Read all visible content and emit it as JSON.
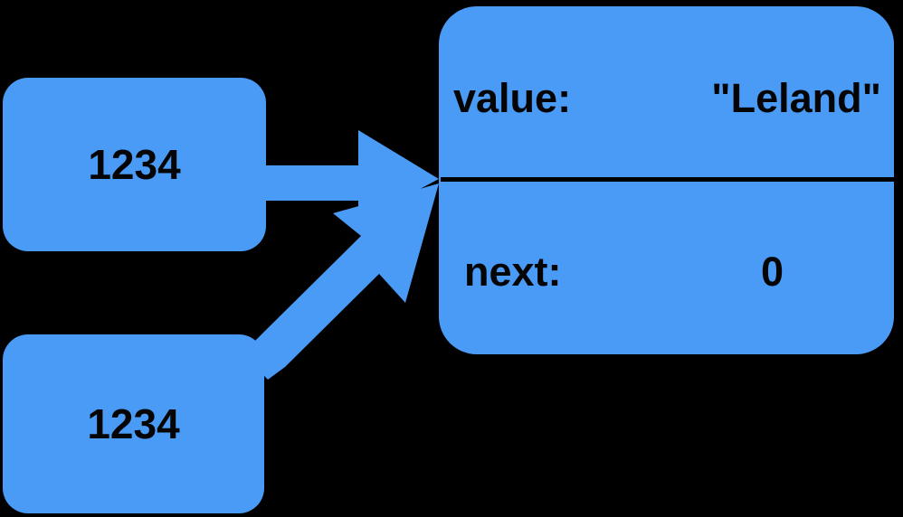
{
  "diagram": {
    "title": "Linked list node reference diagram",
    "background_color": "#000000",
    "node_fill_color": "#4a9bf5",
    "arrow_color": "#4a9bf5",
    "divider_color": "#000000",
    "text_color": "#050505"
  },
  "pointers": [
    {
      "label": "1234",
      "name": "pointer-box-top"
    },
    {
      "label": "1234",
      "name": "pointer-box-bottom"
    }
  ],
  "node": {
    "fields": [
      {
        "key": "value:",
        "value": "\"Leland\""
      },
      {
        "key": "next:",
        "value": "0"
      }
    ]
  },
  "arrows": [
    {
      "name": "arrow-horizontal",
      "from": "pointer-box-top",
      "to": "node"
    },
    {
      "name": "arrow-diagonal",
      "from": "pointer-box-bottom",
      "to": "node"
    }
  ]
}
